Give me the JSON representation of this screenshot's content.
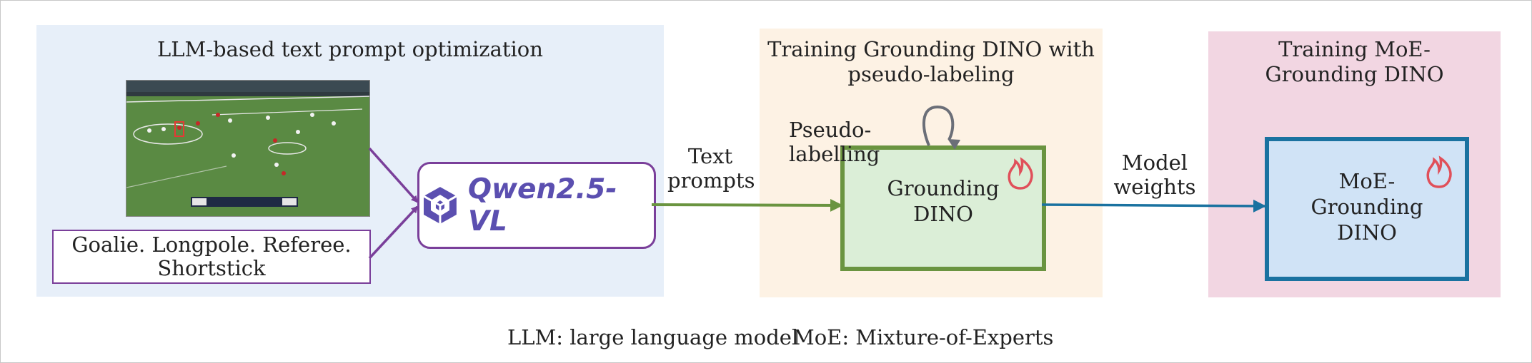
{
  "panels": {
    "left_title": "LLM-based text prompt optimization",
    "mid_title": "Training Grounding DINO with\npseudo-labeling",
    "right_title": "Training MoE-\nGrounding DINO"
  },
  "class_prompt": "Goalie.  Longpole.  Referee. Shortstick",
  "qwen_logo_text": "Qwen2.5-VL",
  "edge_labels": {
    "text_prompts": "Text\nprompts",
    "pseudo_labelling": "Pseudo-labelling",
    "model_weights": "Model\nweights"
  },
  "boxes": {
    "grounding_dino": "Grounding\nDINO",
    "moe_grounding_dino": "MoE-\nGrounding\nDINO"
  },
  "footer": {
    "llm_def": "LLM: large language model",
    "moe_def": "MoE: Mixture-of-Experts"
  },
  "colors": {
    "purple": "#7a3f9a",
    "green": "#6a9440",
    "blue": "#1a72a0",
    "flame": "#e0505a"
  }
}
